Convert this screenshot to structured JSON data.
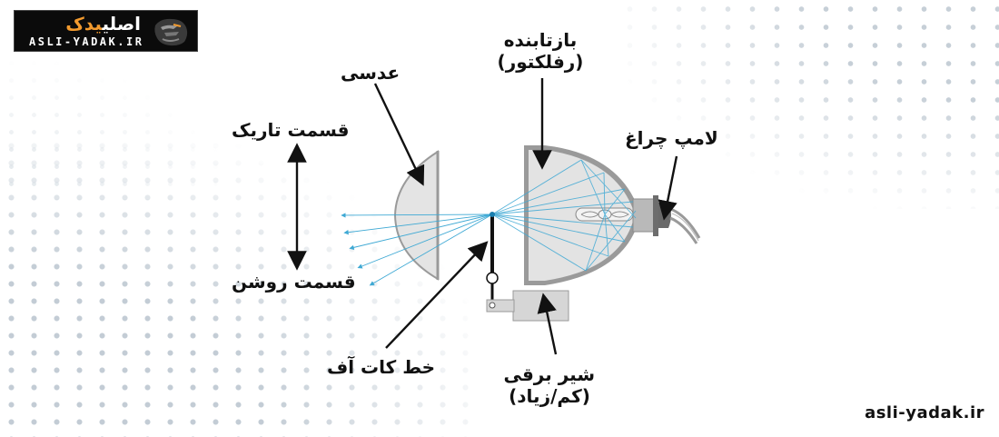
{
  "logo": {
    "fa_white": "اصلی",
    "fa_accent": "یدک",
    "en": "ASLI-YADAK.IR",
    "icon": "panther-head-icon",
    "accent_color": "#f29a2e"
  },
  "labels": {
    "lens": "عدسی",
    "reflector_line1": "بازتابنده",
    "reflector_line2": "(رفلکتور)",
    "bulb": "لامپ چراغ",
    "dark_part": "قسمت تاریک",
    "bright_part": "قسمت روشن",
    "cutoff_line": "خط کات آف",
    "solenoid_line1": "شیر برقی",
    "solenoid_line2": "(کم/زیاد)"
  },
  "footer": {
    "url": "asli-yadak.ir"
  },
  "colors": {
    "ray": "#3fa9d4",
    "part_fill": "#d9d9d9",
    "part_stroke": "#9a9a9a",
    "arrow": "#111111",
    "dots": "#b9c4ce"
  }
}
